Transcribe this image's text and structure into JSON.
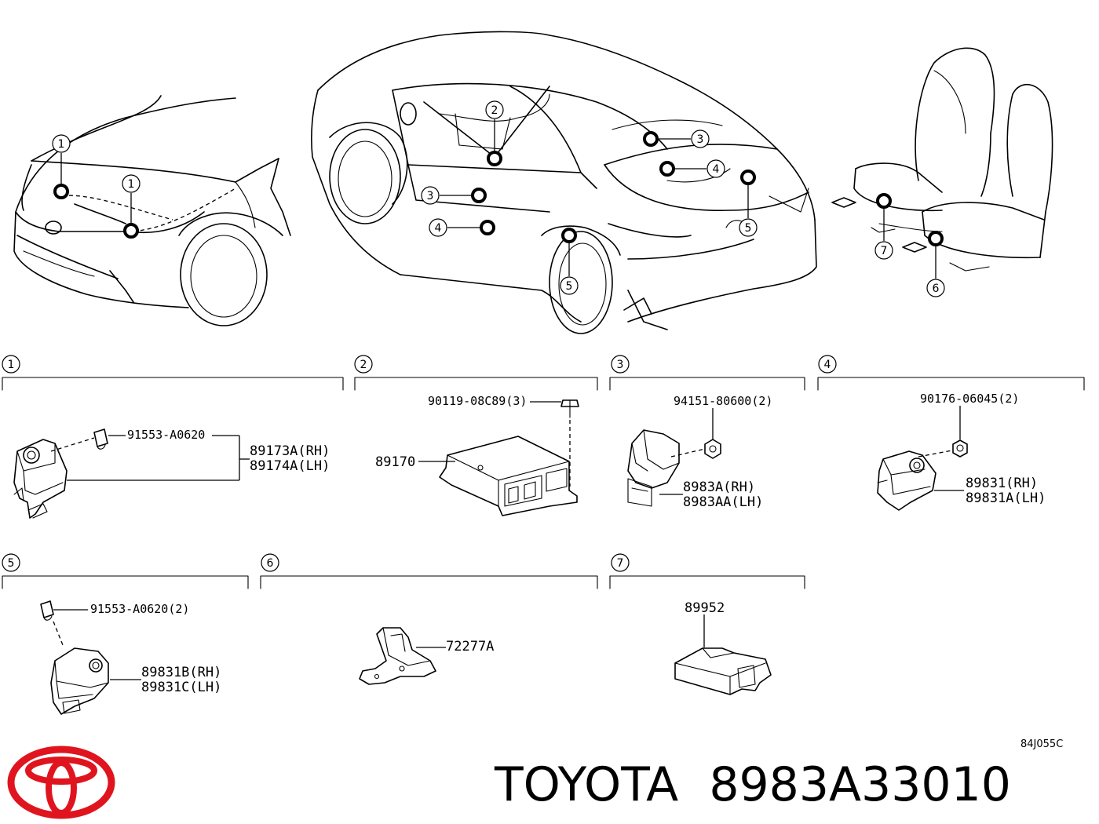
{
  "sections": [
    {
      "num": "1",
      "labels": [
        "91553-A0620",
        "89173A(RH)",
        "89174A(LH)"
      ]
    },
    {
      "num": "2",
      "labels": [
        "90119-08C89(3)",
        "89170"
      ]
    },
    {
      "num": "3",
      "labels": [
        "94151-80600(2)",
        "8983A(RH)",
        "8983AA(LH)"
      ]
    },
    {
      "num": "4",
      "labels": [
        "90176-06045(2)",
        "89831(RH)",
        "89831A(LH)"
      ]
    },
    {
      "num": "5",
      "labels": [
        "91553-A0620(2)",
        "89831B(RH)",
        "89831C(LH)"
      ]
    },
    {
      "num": "6",
      "labels": [
        "72277A"
      ]
    },
    {
      "num": "7",
      "labels": [
        "89952"
      ]
    }
  ],
  "overview_callouts": [
    "1",
    "1",
    "2",
    "3",
    "4",
    "3",
    "4",
    "5",
    "5",
    "7",
    "6"
  ],
  "drawing_code": "84J055C",
  "brand": {
    "name": "TOYOTA",
    "part_number": "8983A33010",
    "color": "#e0141e"
  }
}
